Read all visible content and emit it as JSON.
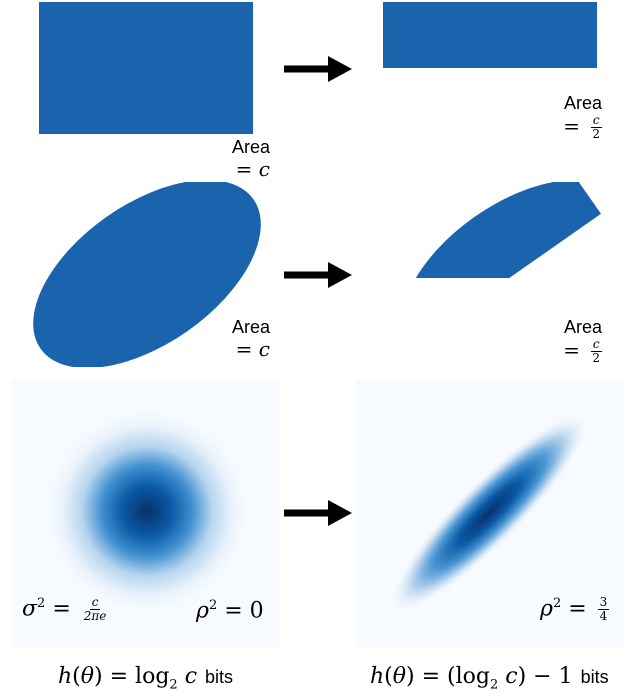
{
  "colors": {
    "shape_fill": "#1a64ae",
    "arrow": "#000000",
    "density_core": "#08306b",
    "density_edge": "#f7fbff"
  },
  "row1": {
    "left_label": "Area",
    "left_value": "c",
    "right_label": "Area",
    "right_num": "c",
    "right_den": "2"
  },
  "row2": {
    "left_label": "Area",
    "left_value": "c",
    "right_label": "Area",
    "right_num": "c",
    "right_den": "2"
  },
  "row3": {
    "left_sigma": "σ",
    "left_sigma_num": "c",
    "left_sigma_den": "2πe",
    "left_rho_value": "0",
    "right_rho_num": "3",
    "right_rho_den": "4"
  },
  "bottom": {
    "left_h": "h",
    "left_theta": "θ",
    "left_log": "log",
    "left_base": "2",
    "left_arg": "c",
    "left_bits": "bits",
    "right_h": "h",
    "right_theta": "θ",
    "right_log": "log",
    "right_base": "2",
    "right_arg": "c",
    "right_minus": "1",
    "right_bits": "bits"
  },
  "icons": [
    "right-arrow-icon"
  ]
}
